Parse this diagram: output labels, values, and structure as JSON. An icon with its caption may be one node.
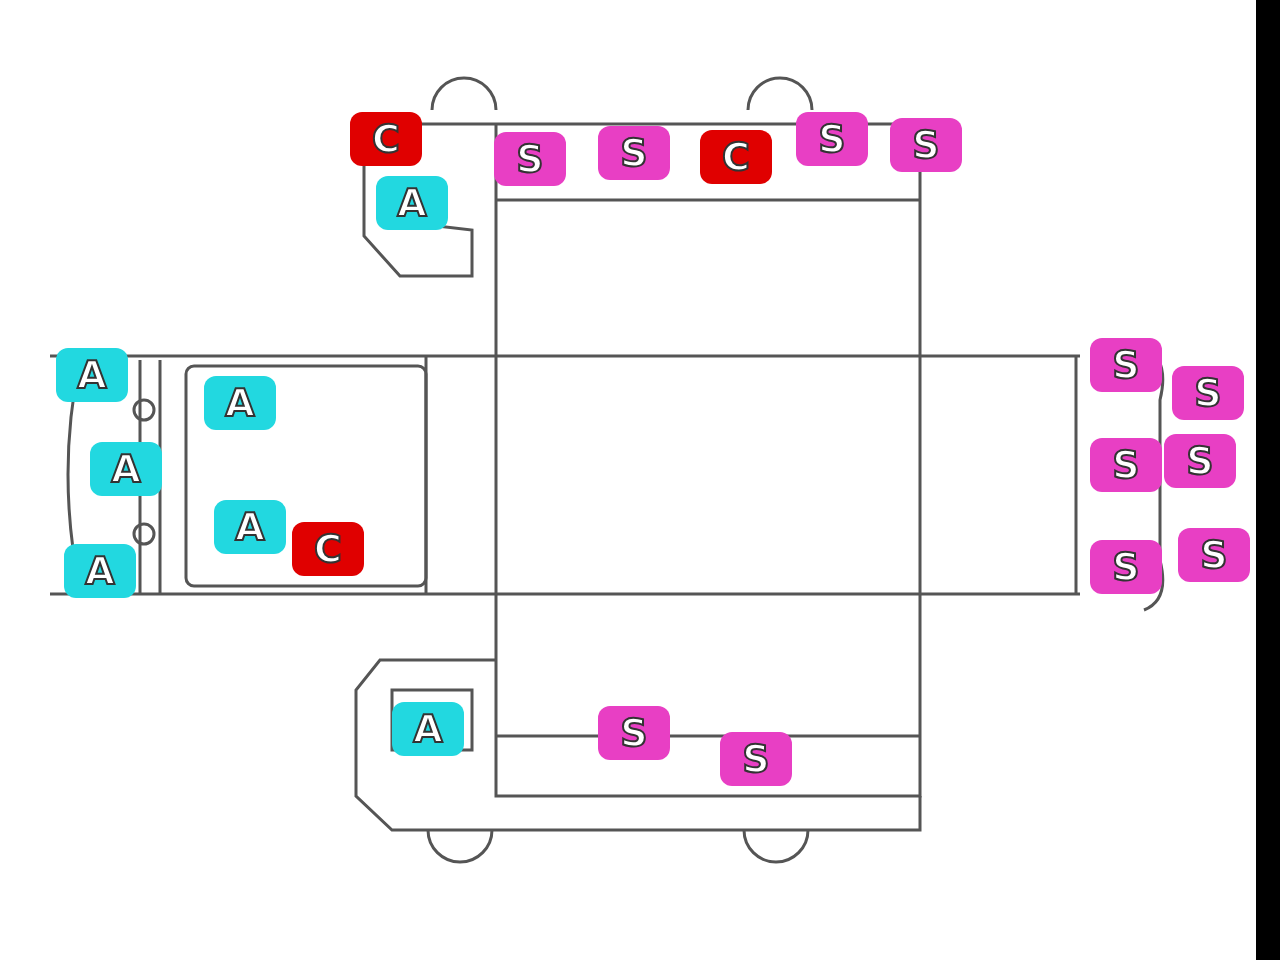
{
  "diagram": {
    "labels": [
      "C",
      "S",
      "S",
      "C",
      "S",
      "S",
      "A",
      "A",
      "A",
      "S",
      "S",
      "A",
      "S",
      "S",
      "A",
      "C",
      "A",
      "S",
      "S",
      "A",
      "S",
      "S"
    ]
  }
}
